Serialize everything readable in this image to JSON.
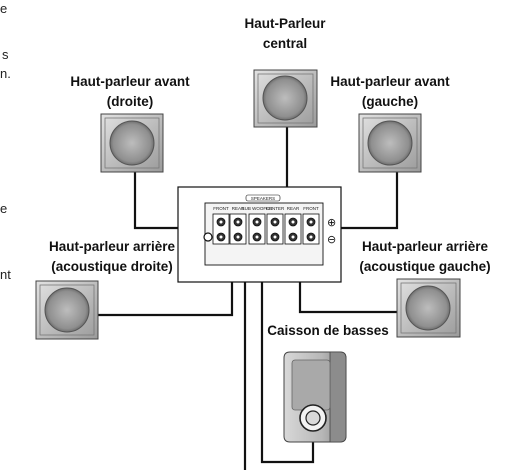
{
  "labels": {
    "center_line1": "Haut-Parleur",
    "center_line2": "central",
    "front_right_line1": "Haut-parleur avant",
    "front_right_line2": "(droite)",
    "front_left_line1": "Haut-parleur avant",
    "front_left_line2": "(gauche)",
    "rear_right_line1": "Haut-parleur arrière",
    "rear_right_line2": "(acoustique droite)",
    "rear_left_line1": "Haut-parleur arrière",
    "rear_left_line2": "(acoustique gauche)",
    "subwoofer": "Caisson de basses"
  },
  "panel": {
    "speakers": "SPEAKERS",
    "terminals": [
      "FRONT",
      "REAR",
      "SUB WOOFER",
      "CENTER",
      "REAR",
      "FRONT"
    ],
    "plus": "⊕",
    "minus": "⊖"
  },
  "cutoff_text": [
    "e",
    "s",
    "n.",
    "e",
    "nt"
  ]
}
